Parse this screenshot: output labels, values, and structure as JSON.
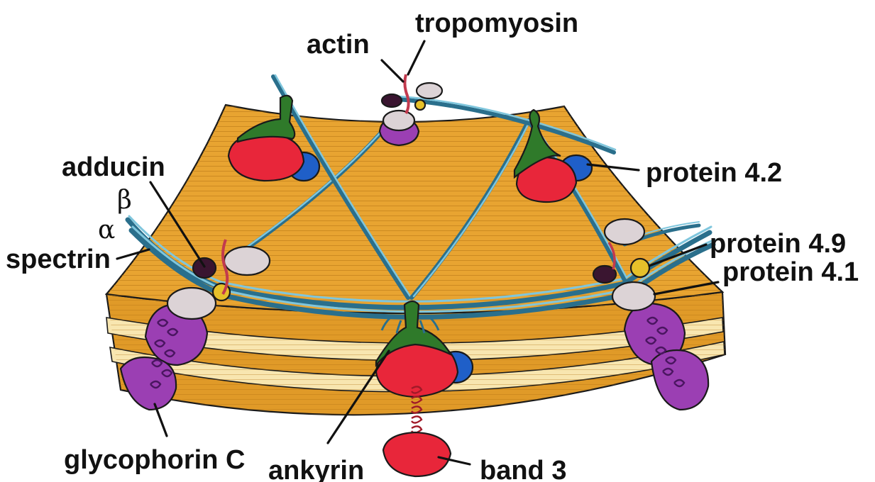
{
  "labels": {
    "tropomyosin": "tropomyosin",
    "actin": "actin",
    "adducin": "adducin",
    "beta": "β",
    "alpha": "α",
    "spectrin": "spectrin",
    "protein_4_2": "protein 4.2",
    "protein_4_9": "protein 4.9",
    "protein_4_1": "protein 4.1",
    "glycophorin_c": "glycophorin C",
    "ankyrin": "ankyrin",
    "band_3": "band 3"
  },
  "colors": {
    "membrane_top": "#e8a431",
    "membrane_side": "#d99322",
    "membrane_stripe": "#f8e6b0",
    "band3": "#e8263a",
    "ankyrin": "#2f7a2a",
    "protein_4_2": "#1f5fc8",
    "protein_4_1": "#dcd3d6",
    "glycophorin_c": "#9b3fb3",
    "adducin": "#3a1530",
    "protein_4_9": "#e6c02a",
    "spectrin": "#4a9bb8"
  }
}
